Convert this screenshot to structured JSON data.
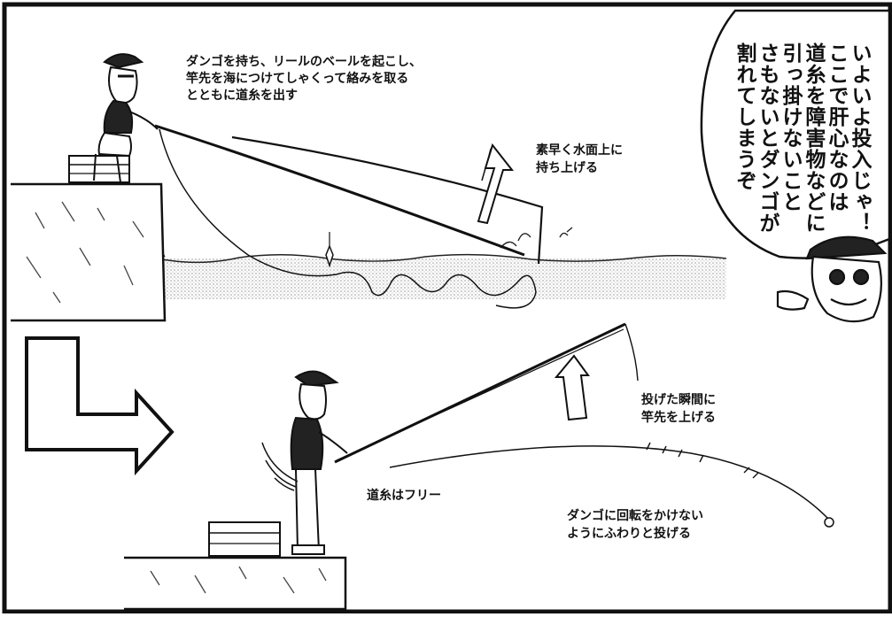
{
  "annotations": {
    "top_instruction": [
      "ダンゴを持ち、リールのベールを起こし、",
      "竿先を海につけてしゃくって絡みを取る",
      "とともに道糸を出す"
    ],
    "lift_note": [
      "素早く水面上に",
      "持ち上げる"
    ],
    "raise_tip_note": [
      "投げた瞬間に",
      "竿先を上げる"
    ],
    "line_free_note": [
      "道糸はフリー"
    ],
    "throw_note": [
      "ダンゴに回転をかけない",
      "ようにふわりと投げる"
    ]
  },
  "speech_bubble": {
    "columns": [
      "いよいよ投入じゃ！",
      "ここで肝心なのは",
      "道糸を障害物などに",
      "引っ掛けないこと",
      "さもないとダンゴが",
      "割れてしまうぞ"
    ]
  }
}
